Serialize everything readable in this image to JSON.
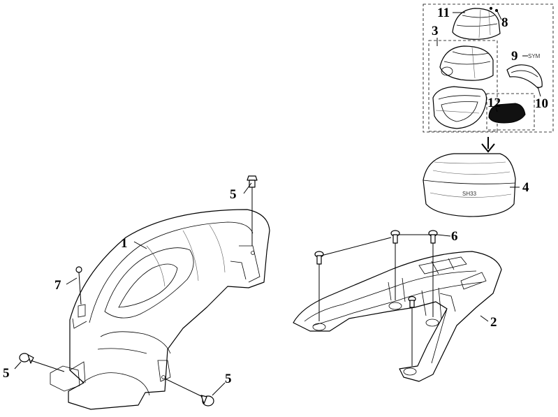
{
  "callouts": {
    "c1": "1",
    "c2": "2",
    "c3": "3",
    "c4": "4",
    "c5a": "5",
    "c5b": "5",
    "c5c": "5",
    "c6": "6",
    "c7": "7",
    "c8": "8",
    "c9": "9",
    "c10": "10",
    "c11": "11",
    "c12": "12"
  },
  "case_badge": "SH33",
  "emblem_text": "SYM"
}
